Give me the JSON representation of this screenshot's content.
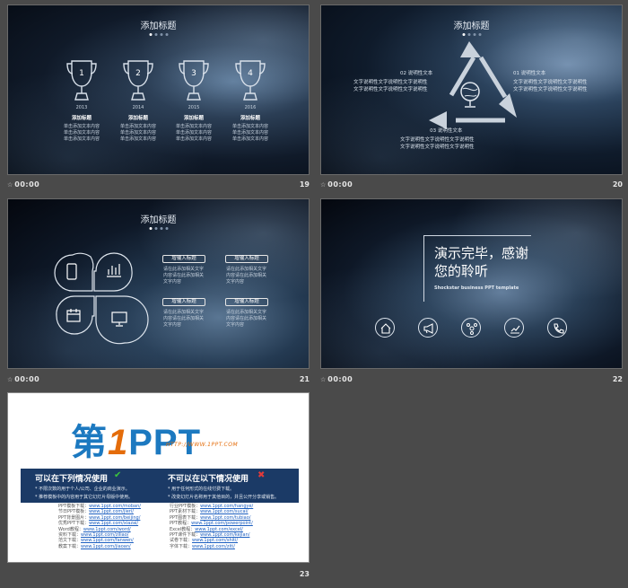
{
  "slides": [
    {
      "num": "19",
      "time": "00:00",
      "title": "添加标题",
      "trophies": [
        {
          "rank": "1",
          "year": "2013",
          "title": "添加标题",
          "lines": [
            "单击添加文本内容",
            "单击添加文本内容",
            "单击添加文本内容"
          ]
        },
        {
          "rank": "2",
          "year": "2014",
          "title": "添加标题",
          "lines": [
            "单击添加文本内容",
            "单击添加文本内容",
            "单击添加文本内容"
          ]
        },
        {
          "rank": "3",
          "year": "2015",
          "title": "添加标题",
          "lines": [
            "单击添加文本内容",
            "单击添加文本内容",
            "单击添加文本内容"
          ]
        },
        {
          "rank": "4",
          "year": "2016",
          "title": "添加标题",
          "lines": [
            "单击添加文本内容",
            "单击添加文本内容",
            "单击添加文本内容"
          ]
        }
      ]
    },
    {
      "num": "20",
      "time": "00:00",
      "title": "添加标题",
      "left": {
        "head": "02 说明性文本",
        "lines": [
          "文字说明性文字说明性文字说明性",
          "文字说明性文字说明性文字说明性"
        ]
      },
      "right": {
        "head": "01 说明性文本",
        "lines": [
          "文字说明性文字说明性文字说明性",
          "文字说明性文字说明性文字说明性"
        ]
      },
      "bottom": {
        "head": "03 说明性文本",
        "lines": [
          "文字说明性文字说明性文字说明性",
          "文字说明性文字说明性文字说明性"
        ]
      }
    },
    {
      "num": "21",
      "time": "00:00",
      "title": "添加标题",
      "blocks": [
        {
          "tag": "增输入标题",
          "lines": [
            "请在此添加相关文字",
            "内容请在此添加相关",
            "文字内容"
          ]
        },
        {
          "tag": "增输入标题",
          "lines": [
            "请在此添加相关文字",
            "内容请在此添加相关",
            "文字内容"
          ]
        },
        {
          "tag": "增输入标题",
          "lines": [
            "请在此添加相关文字",
            "内容请在此添加相关",
            "文字内容"
          ]
        },
        {
          "tag": "增输入标题",
          "lines": [
            "请在此添加相关文字",
            "内容请在此添加相关",
            "文字内容"
          ]
        }
      ]
    },
    {
      "num": "22",
      "time": "00:00",
      "thanks_line1": "演示完毕，感谢",
      "thanks_line2": "您的聆听",
      "subtitle": "Shockstar business PPT template"
    },
    {
      "num": "23",
      "logo_main": "第",
      "logo_one": "1",
      "logo_tail": "PPT",
      "logo_url": "HTTP://WWW.1PPT.COM",
      "can_head": "可以在下列情况使用",
      "cannot_head": "不可以在以下情况使用",
      "can_lines": [
        "* 不限次数的用于个人/公司、企业的商业演示。",
        "* 推荐模板中的内容用于其它幻灯片母版中使用。"
      ],
      "cannot_lines": [
        "* 用于任何形式的在线付费下载。",
        "* 改变幻灯片名称用于其他目的，并且公开分享或销售。"
      ],
      "links_left": [
        {
          "label": "PPT模板下载：",
          "url": "www.1ppt.com/moban/"
        },
        {
          "label": "节日PPT模板：",
          "url": "www.1ppt.com/jieri/"
        },
        {
          "label": "PPT背景图片：",
          "url": "www.1ppt.com/beijing/"
        },
        {
          "label": "优秀PPT下载：",
          "url": "www.1ppt.com/xiazai/"
        },
        {
          "label": "Word教程：",
          "url": "www.1ppt.com/word/"
        },
        {
          "label": "资料下载：",
          "url": "www.1ppt.com/ziliao/"
        },
        {
          "label": "范文下载：",
          "url": "www.1ppt.com/fanwen/"
        },
        {
          "label": "教案下载：",
          "url": "www.1ppt.com/jiaoan/"
        }
      ],
      "links_right": [
        {
          "label": "行业PPT模板：",
          "url": "www.1ppt.com/hangye/"
        },
        {
          "label": "PPT素材下载：",
          "url": "www.1ppt.com/sucai/"
        },
        {
          "label": "PPT图表下载：",
          "url": "www.1ppt.com/tubiao/"
        },
        {
          "label": "PPT教程：",
          "url": "www.1ppt.com/powerpoint/"
        },
        {
          "label": "Excel教程：",
          "url": "www.1ppt.com/excel/"
        },
        {
          "label": "PPT课件下载：",
          "url": "www.1ppt.com/kejian/"
        },
        {
          "label": "试卷下载：",
          "url": "www.1ppt.com/shiti/"
        },
        {
          "label": "字体下载：",
          "url": "www.1ppt.com/ziti/"
        }
      ]
    }
  ]
}
